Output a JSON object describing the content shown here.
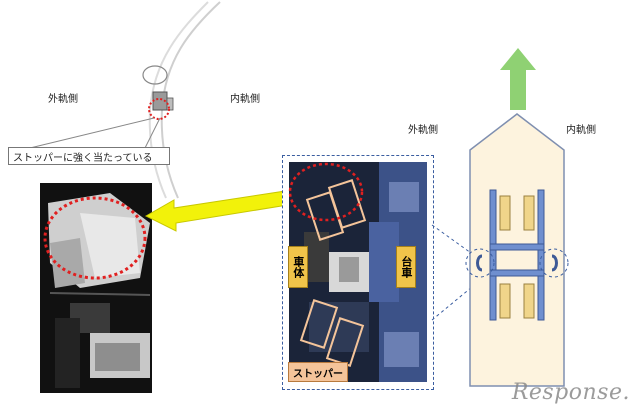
{
  "labels": {
    "left_outer_side": "外軌側",
    "left_inner_side": "内軌側",
    "callout_text": "ストッパーに強く当たっている",
    "right_outer_side": "外軌側",
    "right_inner_side": "内軌側",
    "body_label": "車体",
    "bogie_label": "台車",
    "stopper_label": "ストッパー"
  },
  "watermark": "Response.",
  "colors": {
    "arrow_yellow": "#f2f20a",
    "arrow_green": "#8fd173",
    "vehicle_fill": "#fdf3de",
    "bogie_blue": "#6f8fcf",
    "stopper_orange": "#f4c49a",
    "highlight_red": "#e02020"
  }
}
